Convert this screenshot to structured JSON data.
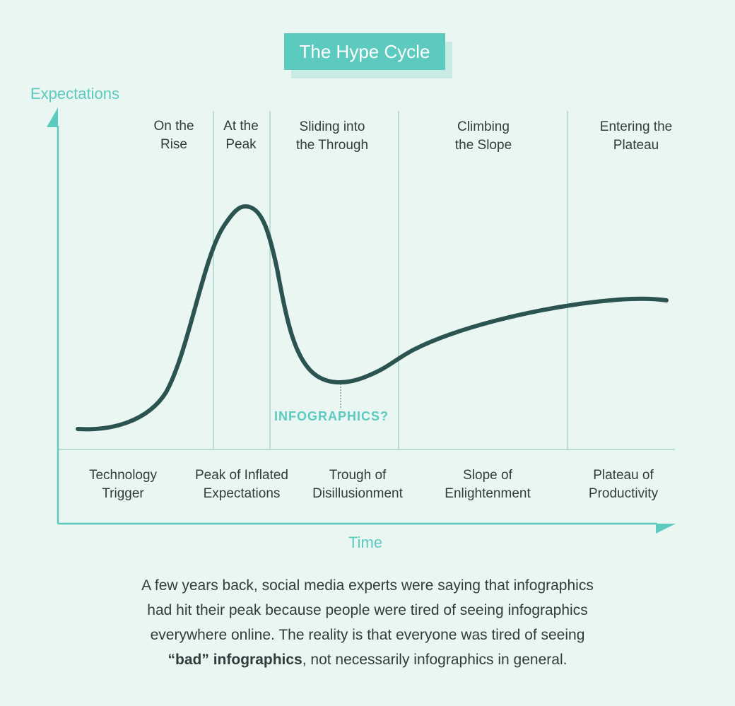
{
  "title": "The Hype Cycle",
  "y_axis_label": "Expectations",
  "x_axis_label": "Time",
  "phases_top": [
    {
      "line1": "On the",
      "line2": "Rise"
    },
    {
      "line1": "At the",
      "line2": "Peak"
    },
    {
      "line1": "Sliding into",
      "line2": "the Through"
    },
    {
      "line1": "Climbing",
      "line2": "the Slope"
    },
    {
      "line1": "Entering the",
      "line2": "Plateau"
    }
  ],
  "phases_bottom": [
    {
      "line1": "Technology",
      "line2": "Trigger"
    },
    {
      "line1": "Peak of Inflated",
      "line2": "Expectations"
    },
    {
      "line1": "Trough of",
      "line2": "Disillusionment"
    },
    {
      "line1": "Slope of",
      "line2": "Enlightenment"
    },
    {
      "line1": "Plateau of",
      "line2": "Productivity"
    }
  ],
  "annotation": "INFOGRAPHICS?",
  "paragraph": {
    "line1": "A few years back, social media experts were saying that infographics",
    "line2": "had hit their peak because people were tired of seeing infographics",
    "line3": "everywhere online. The reality is that everyone was tired of seeing",
    "bold": "“bad” infographics",
    "line4_rest": ", not necessarily infographics in general."
  },
  "colors": {
    "accent": "#5ccabf",
    "curve": "#2b5450",
    "text": "#2f3d3d",
    "background": "#eaf6f2"
  }
}
